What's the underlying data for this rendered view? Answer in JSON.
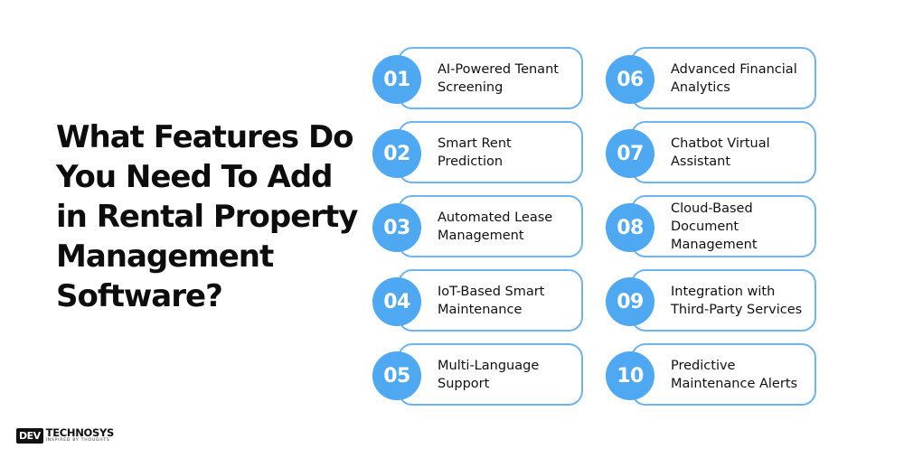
{
  "headline": "What Features Do You Need To Add in Rental Property Management Software?",
  "features_left": [
    {
      "number": "01",
      "label": "AI-Powered Tenant Screening"
    },
    {
      "number": "02",
      "label": "Smart Rent Prediction"
    },
    {
      "number": "03",
      "label": "Automated Lease Management"
    },
    {
      "number": "04",
      "label": "IoT-Based Smart Maintenance"
    },
    {
      "number": "05",
      "label": "Multi-Language Support"
    }
  ],
  "features_right": [
    {
      "number": "06",
      "label": "Advanced Financial Analytics"
    },
    {
      "number": "07",
      "label": "Chatbot Virtual Assistant"
    },
    {
      "number": "08",
      "label": "Cloud-Based Document Management"
    },
    {
      "number": "09",
      "label": "Integration with Third-Party Services"
    },
    {
      "number": "10",
      "label": "Predictive Maintenance Alerts"
    }
  ],
  "logo": {
    "badge": "DEV",
    "name": "TECHNOSYS",
    "tagline": "INSPIRED BY THOUGHTS"
  },
  "colors": {
    "accent": "#4fa8f2",
    "border": "#6fb3f0",
    "text": "#111111"
  }
}
